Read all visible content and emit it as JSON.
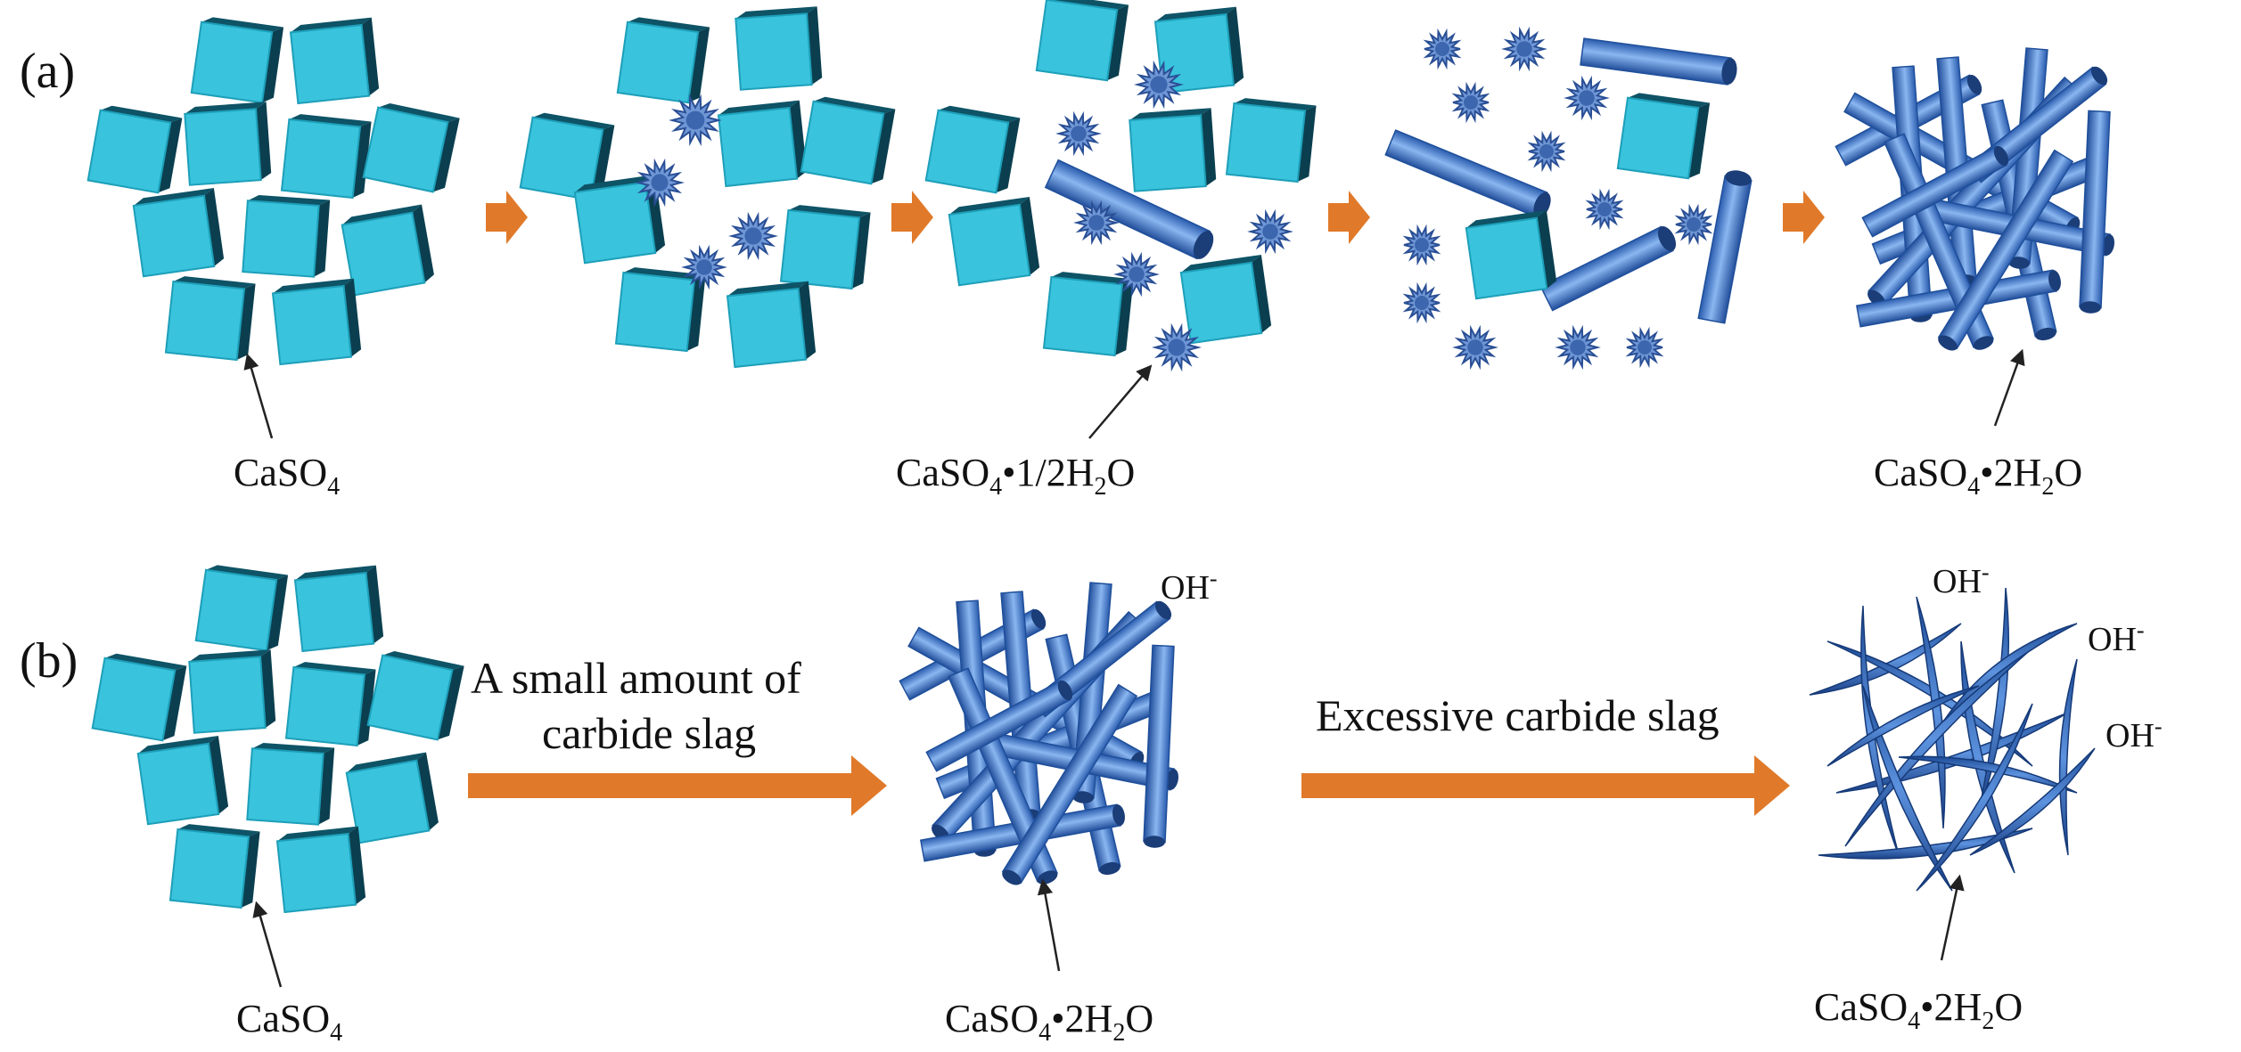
{
  "panels": {
    "a": {
      "label": "(a)"
    },
    "b": {
      "label": "(b)"
    }
  },
  "labels": {
    "caso4": {
      "base": "CaSO",
      "sub": "4"
    },
    "hemihydrate": {
      "base": "CaSO",
      "sub": "4",
      "tail": "•1/2H",
      "sub2": "2",
      "end": "O"
    },
    "dihydrate": {
      "base": "CaSO",
      "sub": "4",
      "tail": "•2H",
      "sub2": "2",
      "end": "O"
    },
    "hydroxide": {
      "base": "OH",
      "sup": "-"
    }
  },
  "steps": {
    "small_line1": "A small amount of",
    "small_line2": "carbide slag",
    "excessive": "Excessive carbide slag"
  },
  "colors": {
    "cube_top": "#39c3dc",
    "cube_front": "#1e9fb9",
    "cube_side": "#0e5366",
    "rod_fill": "#5a8fdc",
    "rod_dark": "#1f4f9a",
    "arrow": "#e07a2a"
  }
}
